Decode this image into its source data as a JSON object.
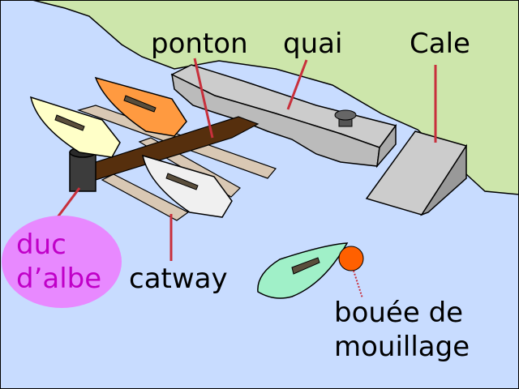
{
  "labels": {
    "ponton": "ponton",
    "quai": "quai",
    "cale": "Cale",
    "duc_line1": "duc",
    "duc_line2": "d’albe",
    "catway": "catway",
    "bouee_line1": "bouée de",
    "bouee_line2": "mouillage"
  },
  "colors": {
    "water": "#c8dcff",
    "land": "#cde6ab",
    "quay": "#cccccc",
    "ponton": "#562f0d",
    "catway": "#d9c8b4",
    "pointer": "#c8303c",
    "duc_bubble": "#e889ff",
    "duc_text": "#c000c8",
    "buoy": "#ff6000",
    "boat_yellow": "#ffffc8",
    "boat_orange": "#ff9a40",
    "boat_white": "#f0f0f0",
    "boat_green": "#a0f0c8",
    "cockpit": "#5a4e3c"
  }
}
